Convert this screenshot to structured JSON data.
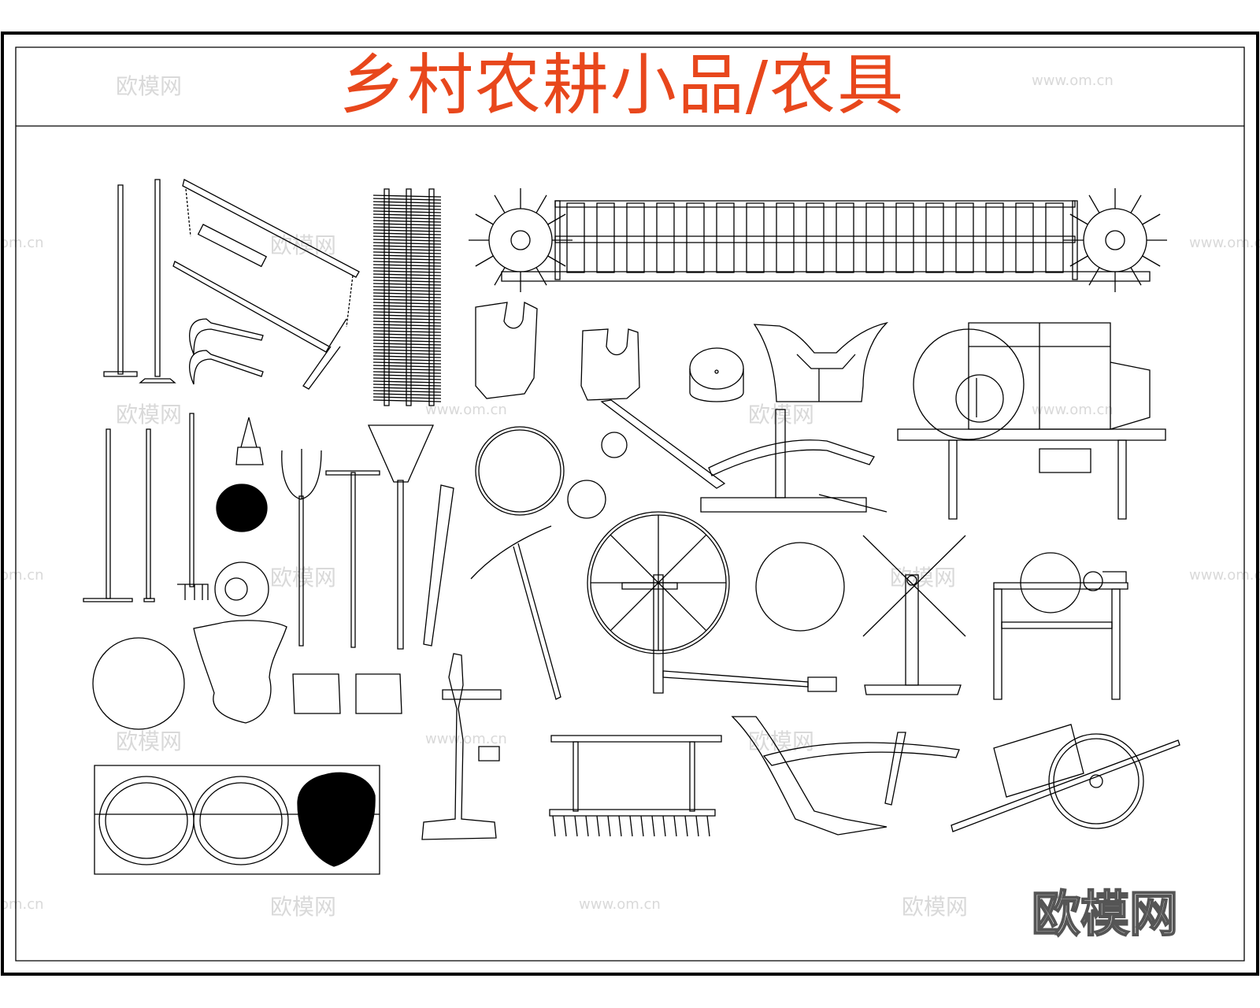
{
  "sheet": {
    "title": "乡村农耕小品/农具",
    "title_color": "#e8471c",
    "line_color": "#000000",
    "watermark_brand": "欧模网",
    "watermark_url": "www.om.cn",
    "watermark_partial_url": "om.cn",
    "watermark_color": "#d9d9d9"
  },
  "tools": [
    "hoe-long-handle-icon",
    "hoe-wide-icon",
    "carrying-pole-icon",
    "sickle-icon",
    "bamboo-mat-icon",
    "water-wheel-chain-pump-icon",
    "stone-mortar-icon",
    "millstone-icon",
    "saddle-yoke-icon",
    "winnowing-machine-icon",
    "rake-icon",
    "pitchfork-icon",
    "bamboo-broom-icon",
    "plow-icon",
    "spinning-wheel-icon",
    "windmill-icon",
    "grinder-icon",
    "harrow-icon",
    "wheelbarrow-icon",
    "basket-tray-icon",
    "hand-cart-icon",
    "pail-icon"
  ]
}
